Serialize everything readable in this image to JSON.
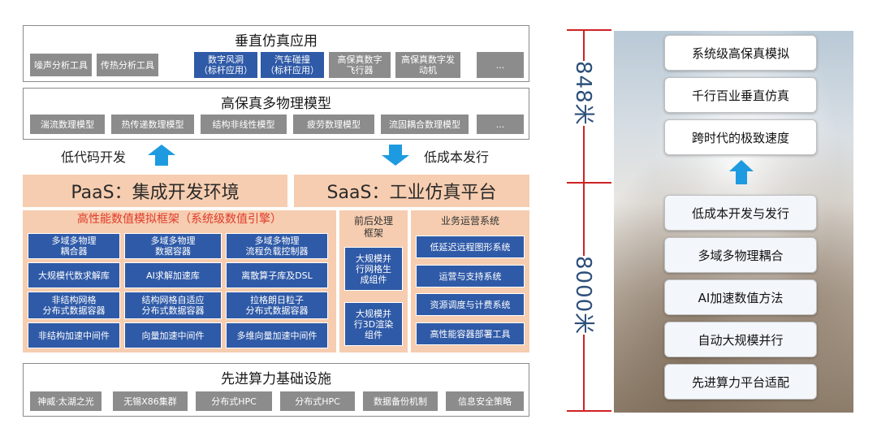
{
  "vertical_apps": {
    "title": "垂直仿真应用",
    "items": [
      "噪声分析工具",
      "传热分析工具",
      "数字风洞\n（标杆应用）",
      "汽车碰撞\n（标杆应用）",
      "高保真数字\n飞行器",
      "高保真数字发\n动机",
      "..."
    ]
  },
  "physics_models": {
    "title": "高保真多物理模型",
    "items": [
      "湍流数理模型",
      "热传递数理模型",
      "结构非线性模型",
      "疲劳数理模型",
      "流固耦合数理模型",
      "..."
    ]
  },
  "arrows": {
    "left_label": "低代码开发",
    "right_label": "低成本发行"
  },
  "paas": "PaaS：集成开发环境",
  "saas": "SaaS：工业仿真平台",
  "framework": {
    "title": "高性能数值模拟框架（系统级数值引擎）",
    "items": [
      "多域多物理\n耦合器",
      "多域多物理\n数据容器",
      "多域多物理\n流程负载控制器",
      "大规模代数求解库",
      "AI求解加速库",
      "离散算子库及DSL",
      "非结构网格\n分布式数据容器",
      "结构网格自适应\n分布式数据容器",
      "拉格朗日粒子\n分布式数据容器",
      "非结构加速中间件",
      "向量加速中间件",
      "多维向量加速中间件"
    ]
  },
  "prepost": {
    "title": "前后处理\n框架",
    "items": [
      "大规模并\n行网格生\n成组件",
      "大规模并\n行3D渲染\n组件"
    ]
  },
  "ops": {
    "title": "业务运营系统",
    "items": [
      "低延迟远程图形系统",
      "运营与支持系统",
      "资源调度与计费系统",
      "高性能容器部署工具"
    ]
  },
  "infra": {
    "title": "先进算力基础设施",
    "items": [
      "神威·太湖之光",
      "无锡X86集群",
      "分布式HPC",
      "分布式HPC",
      "数据备份机制",
      "信息安全策略"
    ]
  },
  "right_panel": {
    "height_top": "848米",
    "height_bottom": "8000米",
    "top_items": [
      "系统级高保真模拟",
      "千行百业垂直仿真",
      "跨时代的极致速度"
    ],
    "bottom_items": [
      "低成本开发与发行",
      "多域多物理耦合",
      "AI加速数值方法",
      "自动大规模并行",
      "先进算力平台适配"
    ]
  },
  "colors": {
    "chip_gray": "#8c8c8c",
    "chip_blue": "#2f5aa7",
    "peach": "#f6cdb0",
    "arrow": "#1e9be0",
    "red_title": "#e03a2a",
    "red_line": "#cf2222"
  }
}
